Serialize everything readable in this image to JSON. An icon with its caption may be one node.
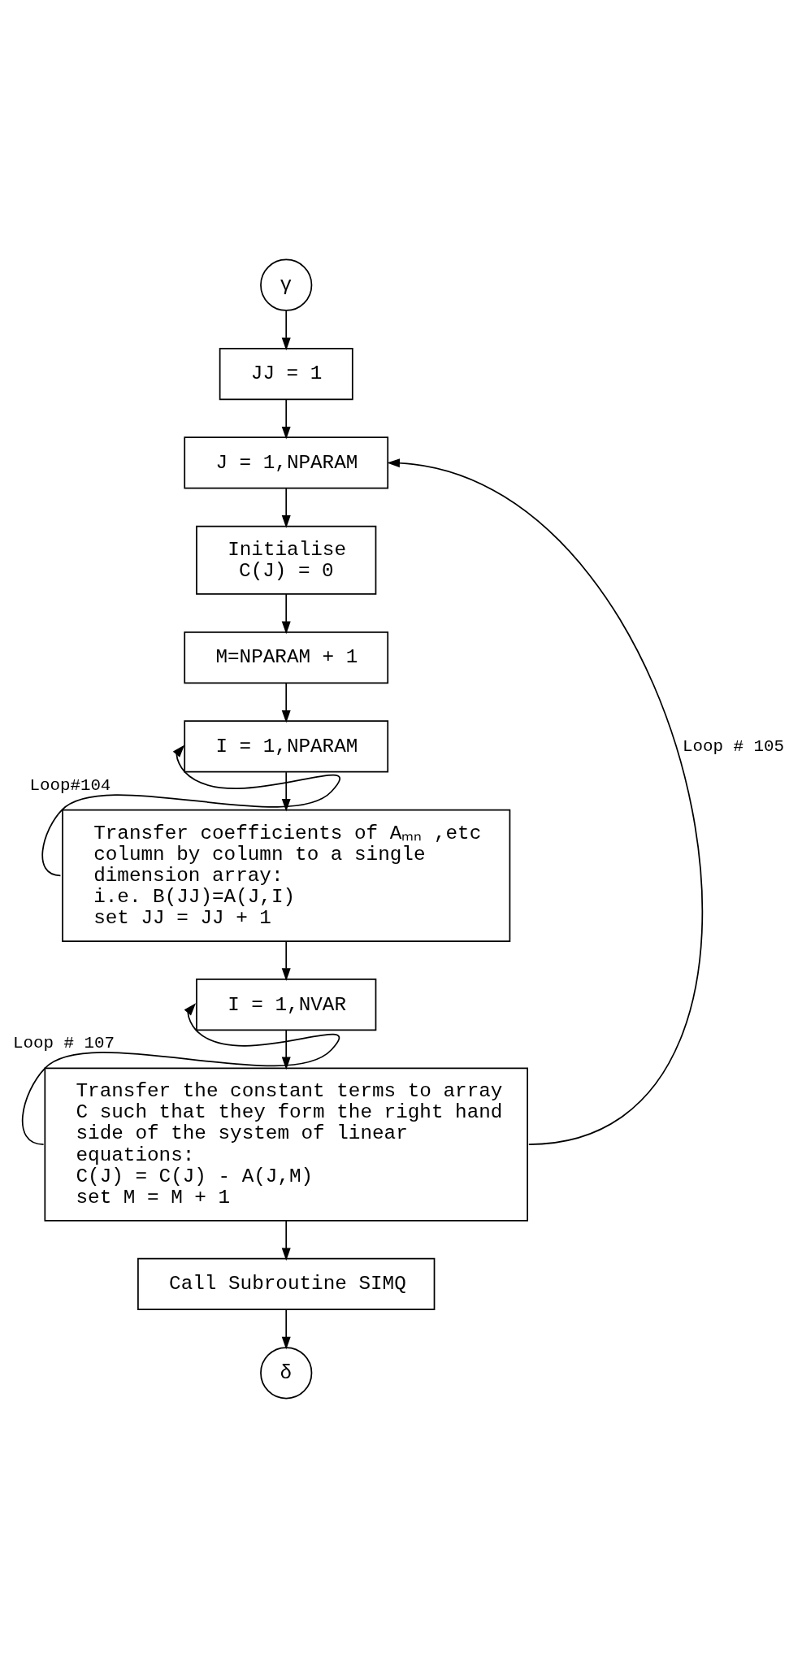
{
  "diagram": {
    "nodes": [
      {
        "text": [
          "γ"
        ]
      },
      {
        "text": [
          "JJ = 1"
        ]
      },
      {
        "text": [
          "J = 1,NPARAM"
        ]
      },
      {
        "text": [
          "Initialise",
          "C(J) = 0"
        ]
      },
      {
        "text": [
          "M=NPARAM + 1"
        ]
      },
      {
        "text": [
          "I = 1,NPARAM"
        ]
      },
      {
        "text": [
          "Transfer coefficients of Aₘₙ ,etc column by column to a single dimension array:",
          "i.e. B(JJ)=A(J,I)",
          "set JJ = JJ + 1"
        ]
      },
      {
        "text": [
          "I = 1,NVAR"
        ]
      },
      {
        "text": [
          "Transfer the constant terms to array C such that they form the right hand side of the system of linear equations:",
          "C(J) = C(J) - A(J,M)",
          "set M = M + 1"
        ]
      },
      {
        "text": [
          "Call Subroutine SIMQ"
        ]
      },
      {
        "text": [
          "δ"
        ]
      }
    ],
    "edges": [
      {
        "from": 0,
        "to": 1,
        "arrow": "to"
      },
      {
        "from": 1,
        "to": 2,
        "arrow": "to"
      },
      {
        "from": 2,
        "to": 3,
        "arrow": "to"
      },
      {
        "from": 3,
        "to": 4,
        "arrow": "to"
      },
      {
        "from": 4,
        "to": 5,
        "arrow": "to"
      },
      {
        "from": 5,
        "to": 6,
        "arrow": "to"
      },
      {
        "from": 6,
        "to": 5,
        "arrow": "to",
        "label": "Loop#104"
      },
      {
        "from": 6,
        "to": 7,
        "arrow": "to"
      },
      {
        "from": 7,
        "to": 8,
        "arrow": "to"
      },
      {
        "from": 8,
        "to": 7,
        "arrow": "to",
        "label": "Loop # 107"
      },
      {
        "from": 8,
        "to": 2,
        "arrow": "to",
        "label": "Loop # 105"
      },
      {
        "from": 8,
        "to": 9,
        "arrow": "to"
      },
      {
        "from": 9,
        "to": 10,
        "arrow": "to"
      }
    ]
  }
}
